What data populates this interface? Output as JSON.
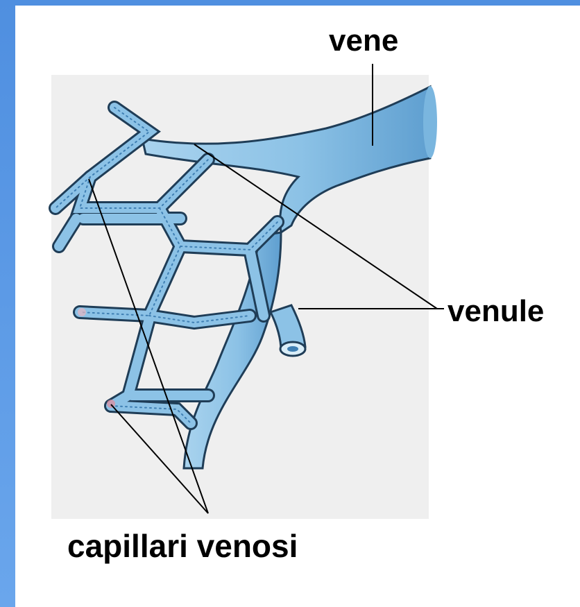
{
  "labels": {
    "vene": "vene",
    "venule": "venule",
    "capillari_venosi": "capillari venosi"
  },
  "colors": {
    "vessel_fill": "#8fc3e6",
    "vessel_light": "#b4daf0",
    "vessel_dark": "#3f7fb3",
    "outline": "#1f3d57",
    "frame": "#5d9ae6"
  }
}
